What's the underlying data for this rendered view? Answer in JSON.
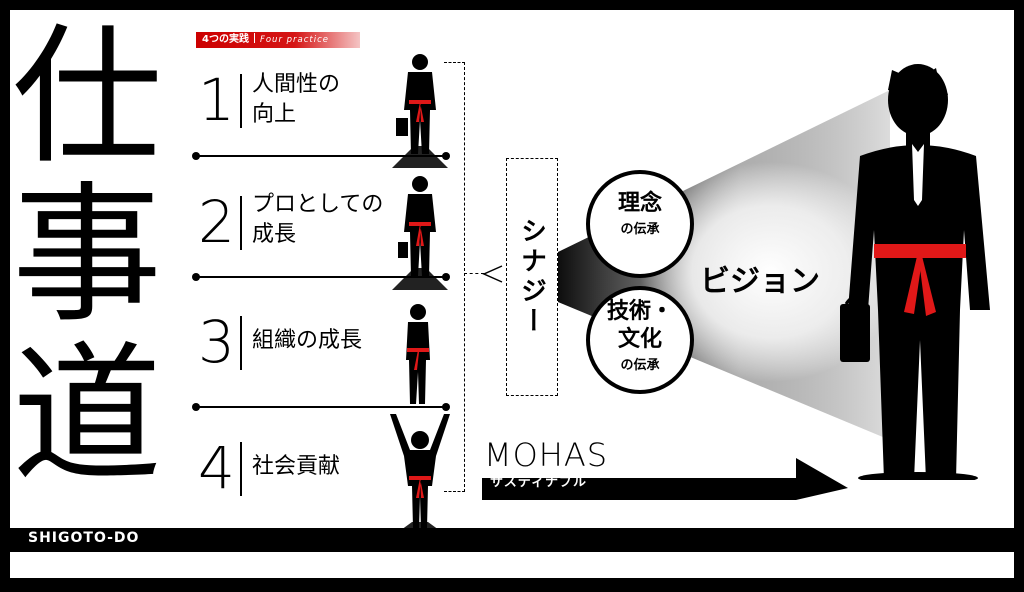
{
  "title": {
    "chars": [
      "仕",
      "事",
      "道"
    ],
    "romaji": "SHIGOTO-DO"
  },
  "practice": {
    "badge_jp": "4つの実践",
    "badge_en": "Four practice",
    "steps": [
      {
        "number": "1",
        "label_line1": "人間性の",
        "label_line2": "向上"
      },
      {
        "number": "2",
        "label_line1": "プロとしての",
        "label_line2": "成長"
      },
      {
        "number": "3",
        "label_line1": "組織の成長",
        "label_line2": ""
      },
      {
        "number": "4",
        "label_line1": "社会貢献",
        "label_line2": ""
      }
    ]
  },
  "synergy": {
    "label": "シナジー"
  },
  "circles": [
    {
      "main_line1": "理念",
      "main_line2": "",
      "sub": "の伝承"
    },
    {
      "main_line1": "技術・",
      "main_line2": "文化",
      "sub": "の伝承"
    }
  ],
  "vision": {
    "label": "ビジョン"
  },
  "mohas": {
    "title": "MOHAS",
    "subtitle": "サスティナブル"
  },
  "colors": {
    "belt_red": "#e01818",
    "badge_red": "#d51515",
    "ink": "#000000",
    "background": "#ffffff",
    "frame": "#000000"
  }
}
